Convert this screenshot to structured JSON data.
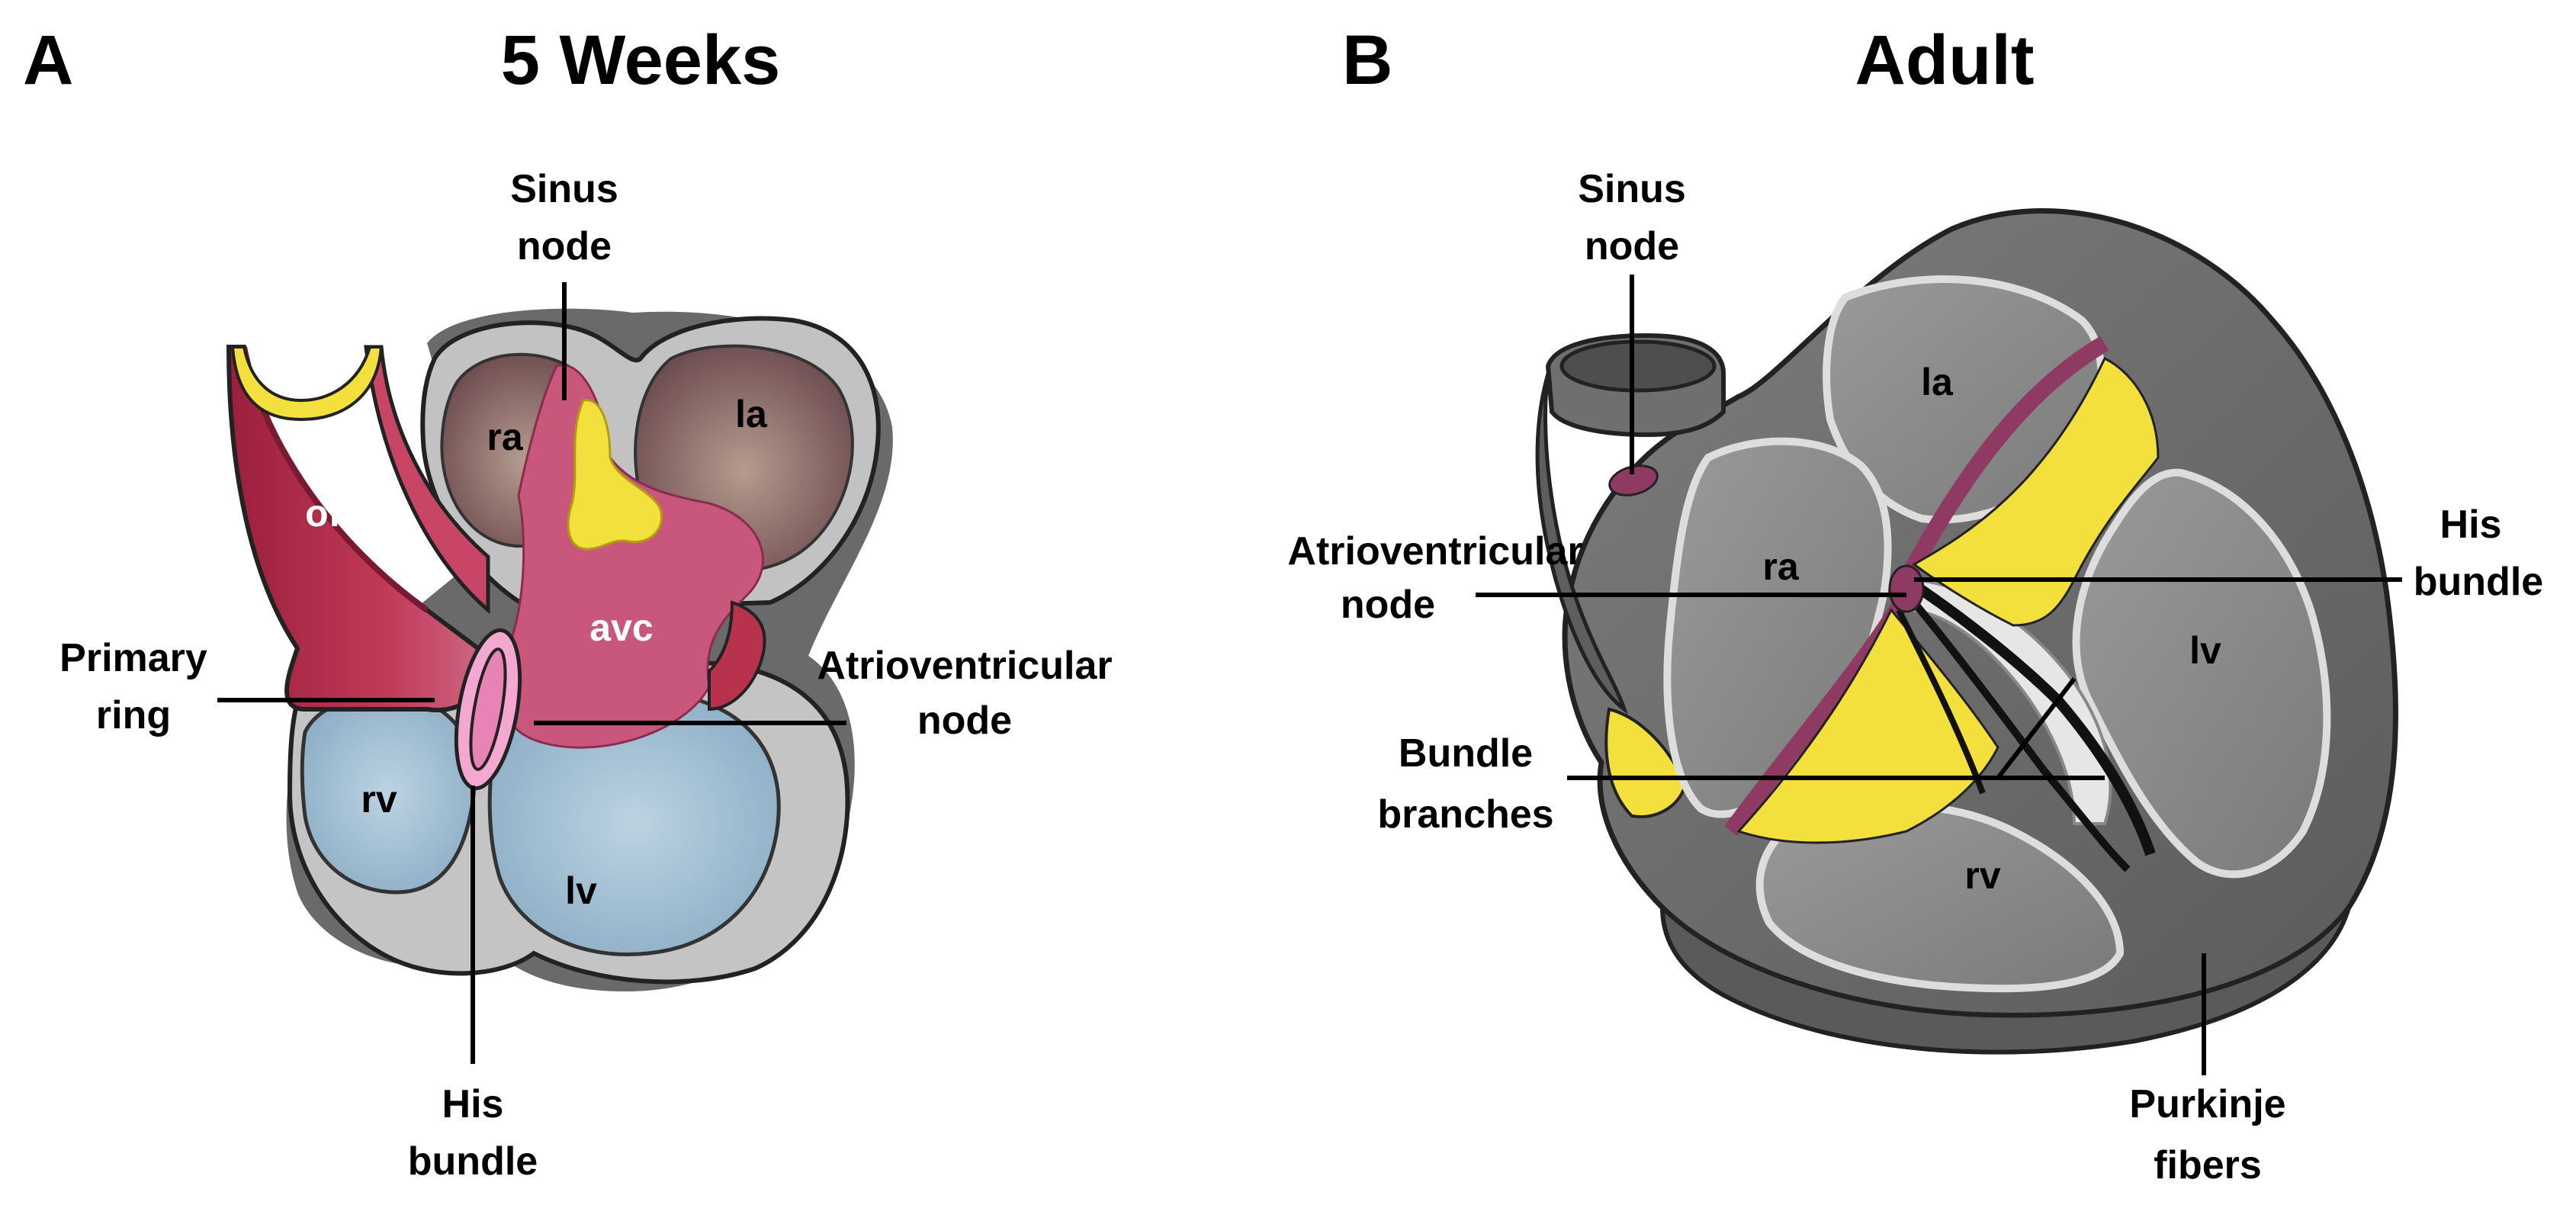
{
  "panelA": {
    "letter": "A",
    "title": "5 Weeks",
    "labels": {
      "sinus_node": [
        "Sinus",
        "node"
      ],
      "oft": "oft",
      "ra": "ra",
      "la": "la",
      "avc": "avc",
      "rv": "rv",
      "lv": "lv",
      "primary_ring": [
        "Primary",
        "ring"
      ],
      "atrioventricular_node": [
        "Atrioventricular",
        "node"
      ],
      "his_bundle": [
        "His",
        "bundle"
      ]
    }
  },
  "panelB": {
    "letter": "B",
    "title": "Adult",
    "labels": {
      "sinus_node": [
        "Sinus",
        "node"
      ],
      "la": "la",
      "ra": "ra",
      "lv": "lv",
      "rv": "rv",
      "atrioventricular_node": [
        "Atrioventricular",
        "node"
      ],
      "his_bundle": [
        "His",
        "bundle"
      ],
      "bundle_branches": [
        "Bundle",
        "branches"
      ],
      "purkinje_fibers": [
        "Purkinje",
        "fibers"
      ]
    }
  },
  "colors": {
    "myocardium_gray": "#bdbdbd",
    "dark_gray": "#6e6e6e",
    "red_tissue": "#b8324e",
    "pink_tissue": "#c95a7d",
    "conduction_yellow": "#f4e03c",
    "ventricle_blue": "#a9c3d6",
    "atrium_brown": "#8a6a6a",
    "ring_pink": "#f2a3cc",
    "node_purple": "#8e3a62"
  }
}
